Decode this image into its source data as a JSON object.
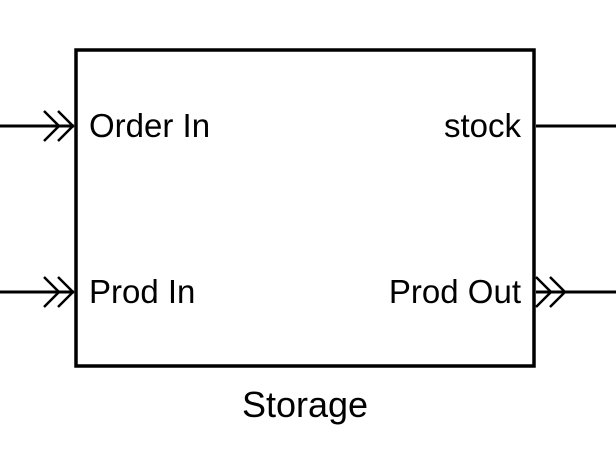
{
  "block": {
    "name": "Storage",
    "inputs": [
      {
        "label": "Order In"
      },
      {
        "label": "Prod In"
      }
    ],
    "outputs": [
      {
        "label": "stock"
      },
      {
        "label": "Prod Out"
      }
    ]
  },
  "colors": {
    "stroke": "#000000",
    "background": "#ffffff"
  }
}
